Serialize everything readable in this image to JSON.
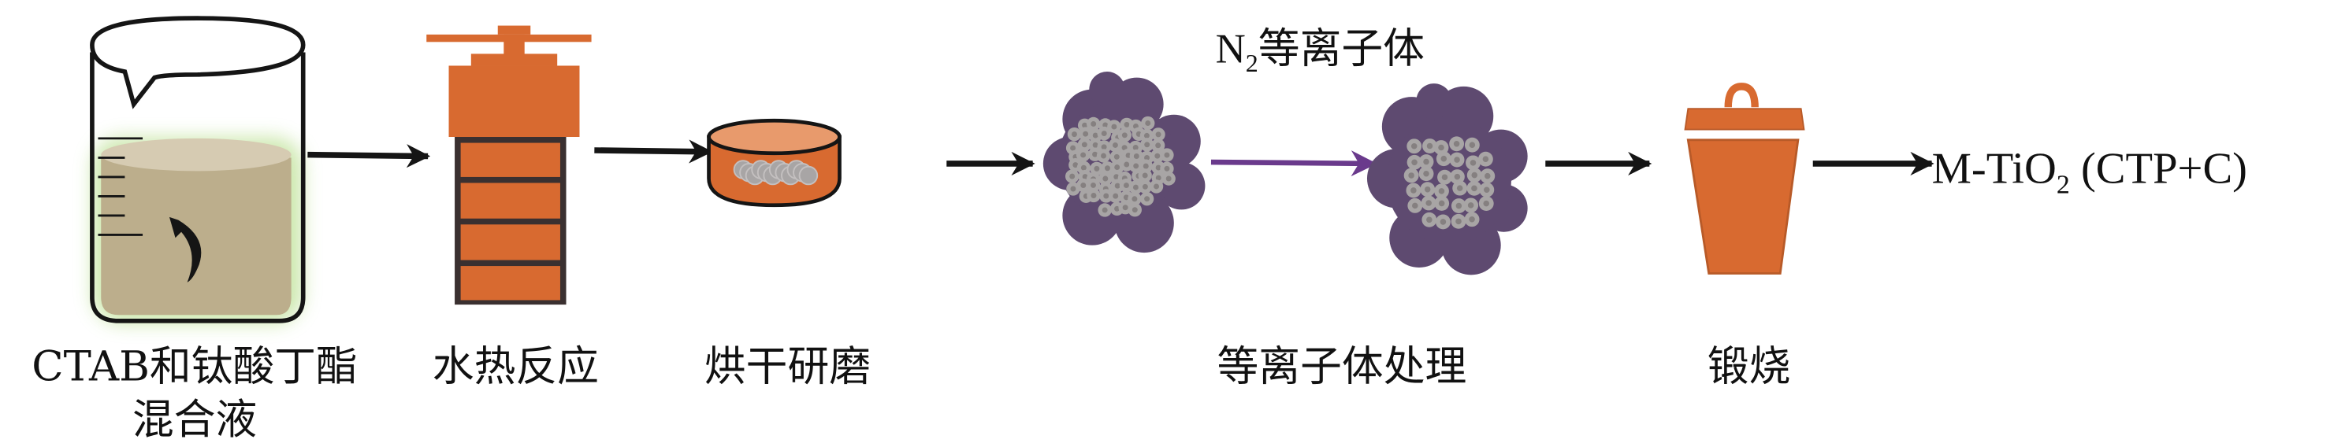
{
  "steps": [
    {
      "label_line1": "CTAB和钛酸丁酯",
      "label_line2": "混合液"
    },
    {
      "label": "水热反应"
    },
    {
      "label": "烘干研磨"
    },
    {
      "label": "等离子体处理"
    },
    {
      "label": "锻烧"
    }
  ],
  "plasma_arrow": {
    "prefix": "N",
    "subscript": "2",
    "suffix": "等离子体"
  },
  "product": {
    "prefix": "M-TiO",
    "subscript": "2",
    "suffix": " (CTP+C)"
  },
  "colors": {
    "orange": "#d86a30",
    "orange_light": "#e89a6c",
    "purple_cloud": "#5e4a70",
    "purple_arrow": "#6a3a8c",
    "liquid": "#bcae8c",
    "liquid_top": "#d6cbb2",
    "glow": "#c9e6a8",
    "particle": "#a8a5a5",
    "particle_core": "#858080",
    "black": "#151515"
  }
}
